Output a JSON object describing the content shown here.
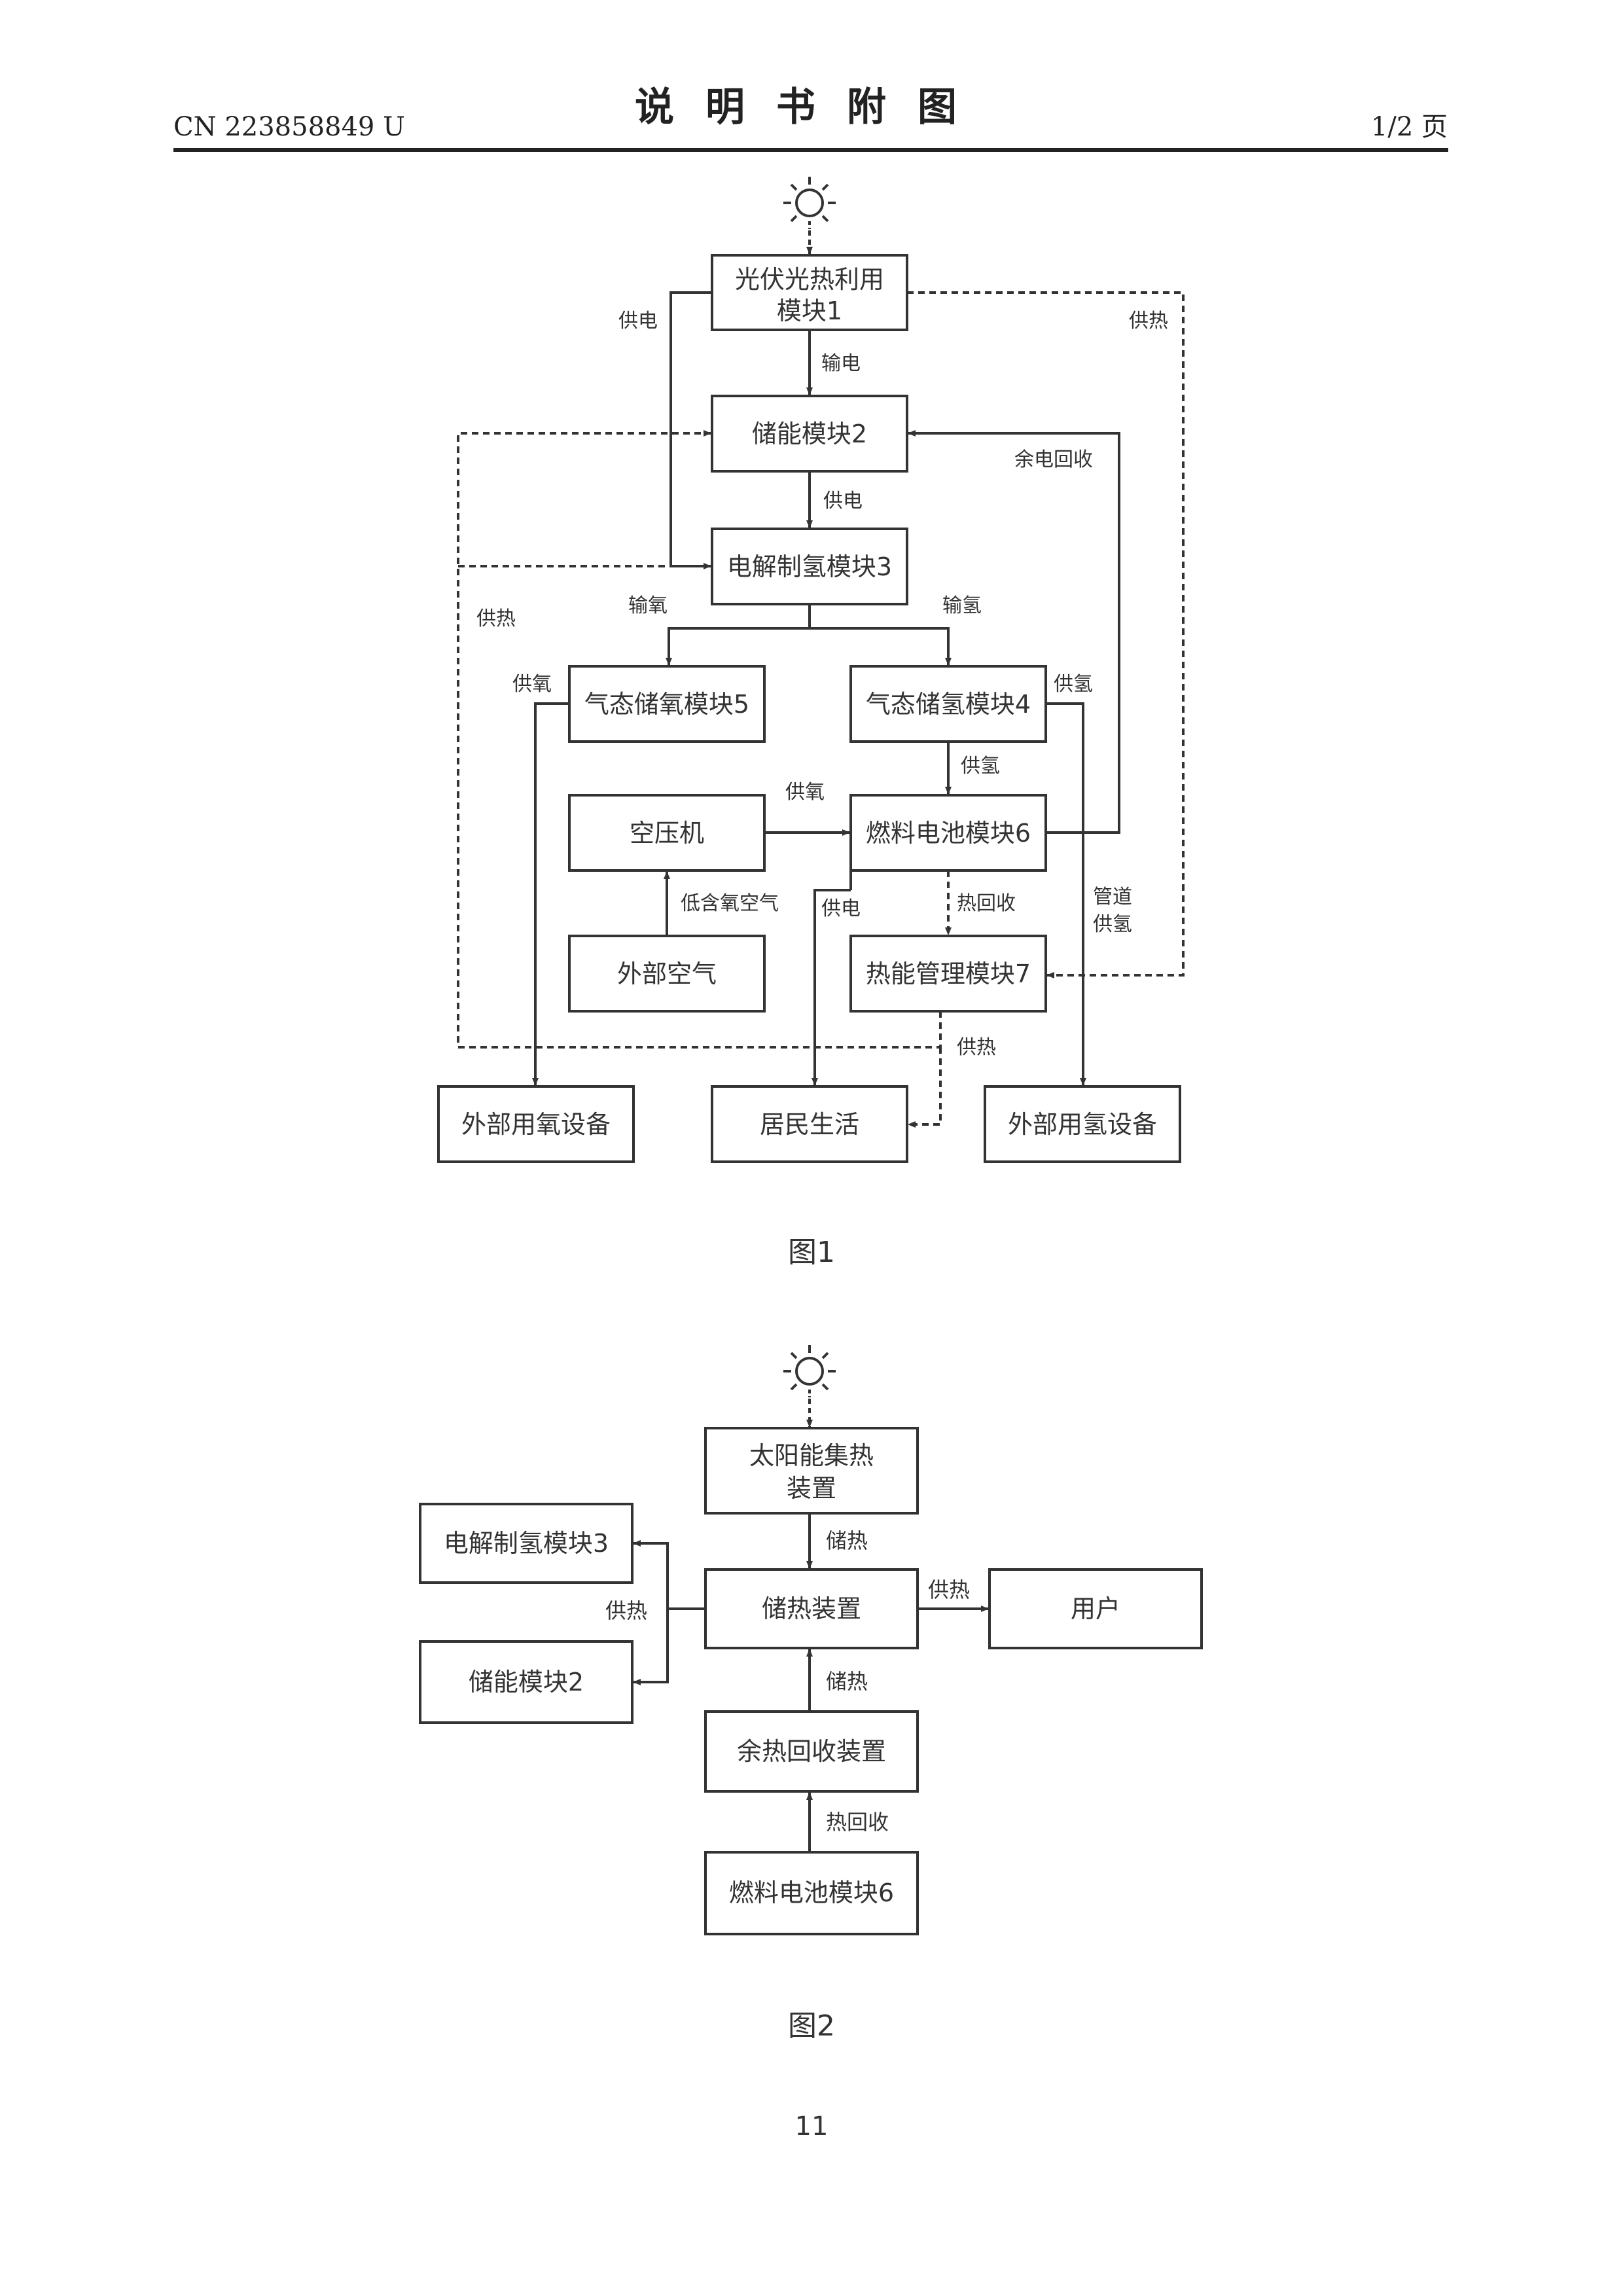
{
  "header": {
    "doc_number": "CN 223858849 U",
    "title": "说明书附图",
    "page_indicator": "1/2 页"
  },
  "fig1": {
    "caption": "图1",
    "boxes": {
      "pv": [
        "光伏光热利用",
        "模块1"
      ],
      "storage": "储能模块2",
      "electrolysis": "电解制氢模块3",
      "o2_storage": "气态储氧模块5",
      "h2_storage": "气态储氢模块4",
      "compressor": "空压机",
      "fuel_cell": "燃料电池模块6",
      "outside_air": "外部空气",
      "thermal_mgmt": "热能管理模块7",
      "ext_o2_equipment": "外部用氧设备",
      "residents": "居民生活",
      "ext_h2_equipment": "外部用氢设备"
    },
    "labels": {
      "power_supply_left": "供电",
      "heat_supply_top_right": "供热",
      "transmit_power": "输电",
      "surplus_power_recovery": "余电回收",
      "power_supply_mid": "供电",
      "heat_supply_left": "供热",
      "transmit_oxygen": "输氧",
      "transmit_hydrogen": "输氢",
      "oxygen_supply_left": "供氧",
      "hydrogen_supply_right": "供氢",
      "hydrogen_supply_mid": "供氢",
      "oxygen_supply_mid": "供氧",
      "low_oxygen_air": "低含氧空气",
      "power_supply_low": "供电",
      "heat_recovery": "热回收",
      "pipeline_hydrogen": [
        "管道",
        "供氢"
      ],
      "heat_supply_bottom": "供热"
    }
  },
  "fig2": {
    "caption": "图2",
    "boxes": {
      "solar_collector": [
        "太阳能集热",
        "装置"
      ],
      "electrolysis": "电解制氢模块3",
      "heat_storage": "储热装置",
      "user": "用户",
      "storage": "储能模块2",
      "waste_heat": "余热回收装置",
      "fuel_cell": "燃料电池模块6"
    },
    "labels": {
      "store_heat_top": "储热",
      "heat_supply_left": "供热",
      "heat_supply_right": "供热",
      "store_heat_bottom": "储热",
      "heat_recovery": "热回收"
    }
  },
  "footer": {
    "page_number": "11"
  }
}
